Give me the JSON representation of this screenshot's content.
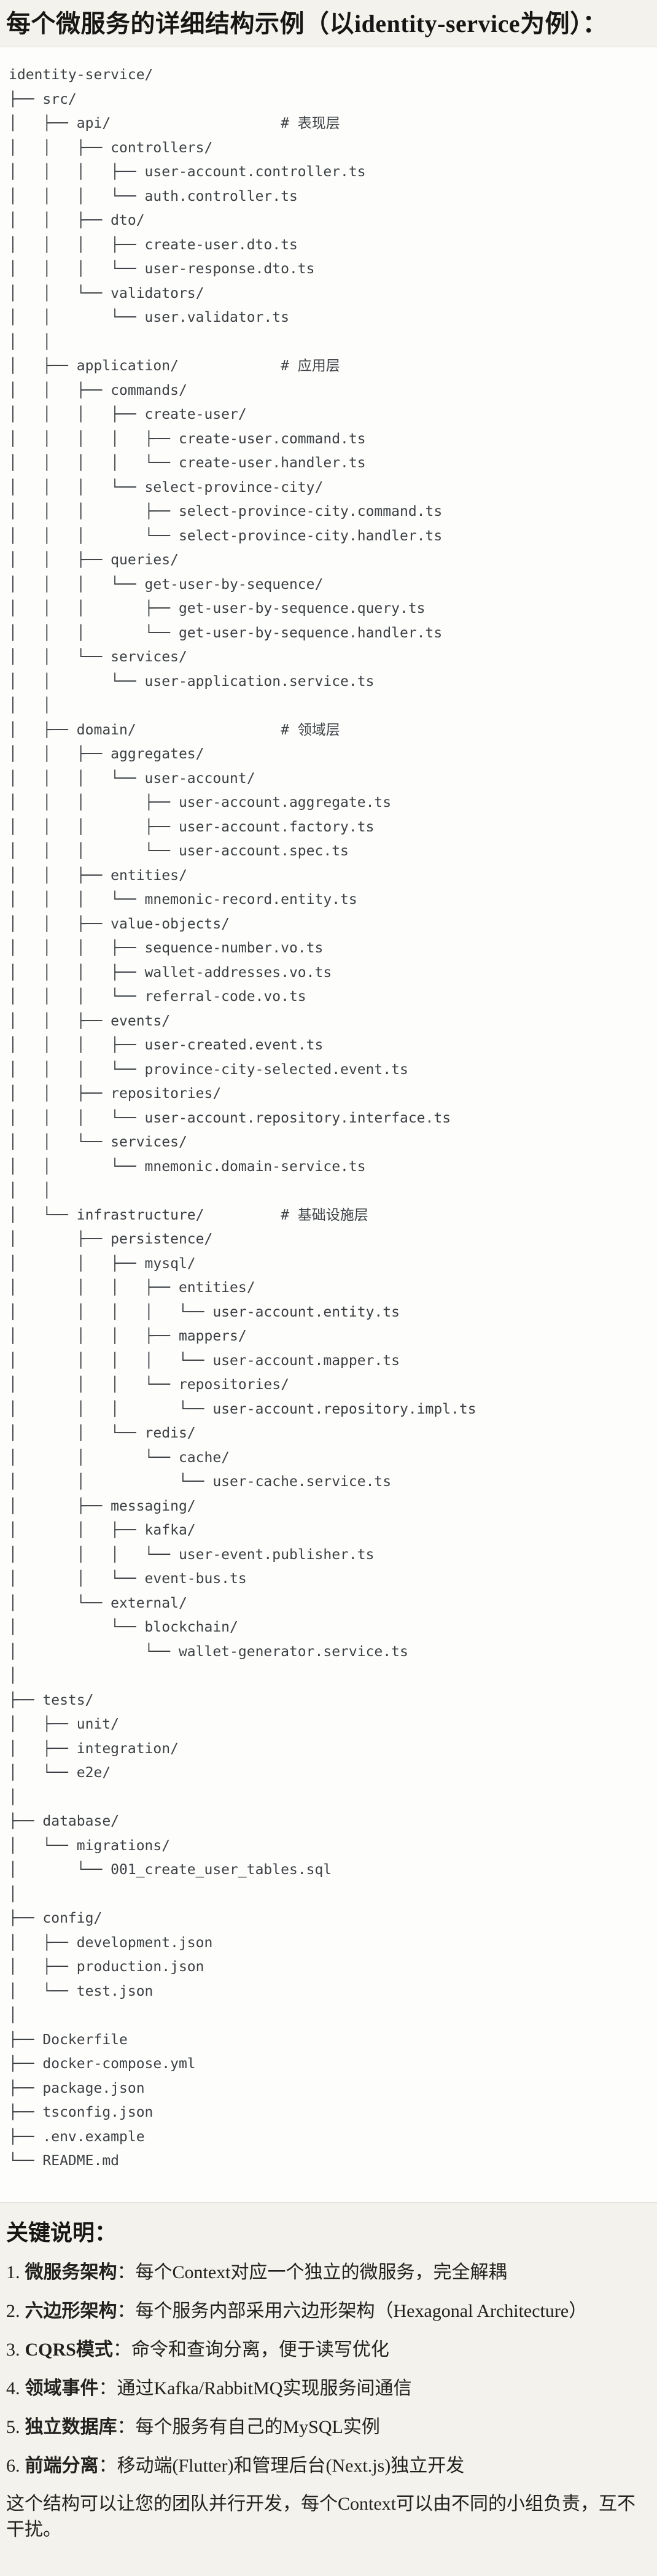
{
  "page": {
    "title": "每个微服务的详细结构示例（以identity-service为例）："
  },
  "tree": {
    "lines": [
      "identity-service/",
      "├── src/",
      "│   ├── api/                    # 表现层",
      "│   │   ├── controllers/",
      "│   │   │   ├── user-account.controller.ts",
      "│   │   │   └── auth.controller.ts",
      "│   │   ├── dto/",
      "│   │   │   ├── create-user.dto.ts",
      "│   │   │   └── user-response.dto.ts",
      "│   │   └── validators/",
      "│   │       └── user.validator.ts",
      "│   │",
      "│   ├── application/            # 应用层",
      "│   │   ├── commands/",
      "│   │   │   ├── create-user/",
      "│   │   │   │   ├── create-user.command.ts",
      "│   │   │   │   └── create-user.handler.ts",
      "│   │   │   └── select-province-city/",
      "│   │   │       ├── select-province-city.command.ts",
      "│   │   │       └── select-province-city.handler.ts",
      "│   │   ├── queries/",
      "│   │   │   └── get-user-by-sequence/",
      "│   │   │       ├── get-user-by-sequence.query.ts",
      "│   │   │       └── get-user-by-sequence.handler.ts",
      "│   │   └── services/",
      "│   │       └── user-application.service.ts",
      "│   │",
      "│   ├── domain/                 # 领域层",
      "│   │   ├── aggregates/",
      "│   │   │   └── user-account/",
      "│   │   │       ├── user-account.aggregate.ts",
      "│   │   │       ├── user-account.factory.ts",
      "│   │   │       └── user-account.spec.ts",
      "│   │   ├── entities/",
      "│   │   │   └── mnemonic-record.entity.ts",
      "│   │   ├── value-objects/",
      "│   │   │   ├── sequence-number.vo.ts",
      "│   │   │   ├── wallet-addresses.vo.ts",
      "│   │   │   └── referral-code.vo.ts",
      "│   │   ├── events/",
      "│   │   │   ├── user-created.event.ts",
      "│   │   │   └── province-city-selected.event.ts",
      "│   │   ├── repositories/",
      "│   │   │   └── user-account.repository.interface.ts",
      "│   │   └── services/",
      "│   │       └── mnemonic.domain-service.ts",
      "│   │",
      "│   └── infrastructure/         # 基础设施层",
      "│       ├── persistence/",
      "│       │   ├── mysql/",
      "│       │   │   ├── entities/",
      "│       │   │   │   └── user-account.entity.ts",
      "│       │   │   ├── mappers/",
      "│       │   │   │   └── user-account.mapper.ts",
      "│       │   │   └── repositories/",
      "│       │   │       └── user-account.repository.impl.ts",
      "│       │   └── redis/",
      "│       │       └── cache/",
      "│       │           └── user-cache.service.ts",
      "│       ├── messaging/",
      "│       │   ├── kafka/",
      "│       │   │   └── user-event.publisher.ts",
      "│       │   └── event-bus.ts",
      "│       └── external/",
      "│           └── blockchain/",
      "│               └── wallet-generator.service.ts",
      "│",
      "├── tests/",
      "│   ├── unit/",
      "│   ├── integration/",
      "│   └── e2e/",
      "│",
      "├── database/",
      "│   └── migrations/",
      "│       └── 001_create_user_tables.sql",
      "│",
      "├── config/",
      "│   ├── development.json",
      "│   ├── production.json",
      "│   └── test.json",
      "│",
      "├── Dockerfile",
      "├── docker-compose.yml",
      "├── package.json",
      "├── tsconfig.json",
      "├── .env.example",
      "└── README.md"
    ]
  },
  "notes": {
    "heading": "关键说明：",
    "items": [
      {
        "num": "1.",
        "label": "微服务架构",
        "text": "：每个Context对应一个独立的微服务，完全解耦"
      },
      {
        "num": "2.",
        "label": "六边形架构",
        "text": "：每个服务内部采用六边形架构（Hexagonal Architecture）"
      },
      {
        "num": "3.",
        "label": "CQRS模式",
        "text": "：命令和查询分离，便于读写优化"
      },
      {
        "num": "4.",
        "label": "领域事件",
        "text": "：通过Kafka/RabbitMQ实现服务间通信"
      },
      {
        "num": "5.",
        "label": "独立数据库",
        "text": "：每个服务有自己的MySQL实例"
      },
      {
        "num": "6.",
        "label": "前端分离",
        "text": "：移动端(Flutter)和管理后台(Next.js)独立开发"
      }
    ],
    "footer": "这个结构可以让您的团队并行开发，每个Context可以由不同的小组负责，互不干扰。"
  },
  "colors": {
    "page_background": "#f4f2ec",
    "code_background": "#fdfdfc",
    "border": "#e2dfd7",
    "heading_text": "#171615",
    "tree_text": "#3c4043"
  }
}
